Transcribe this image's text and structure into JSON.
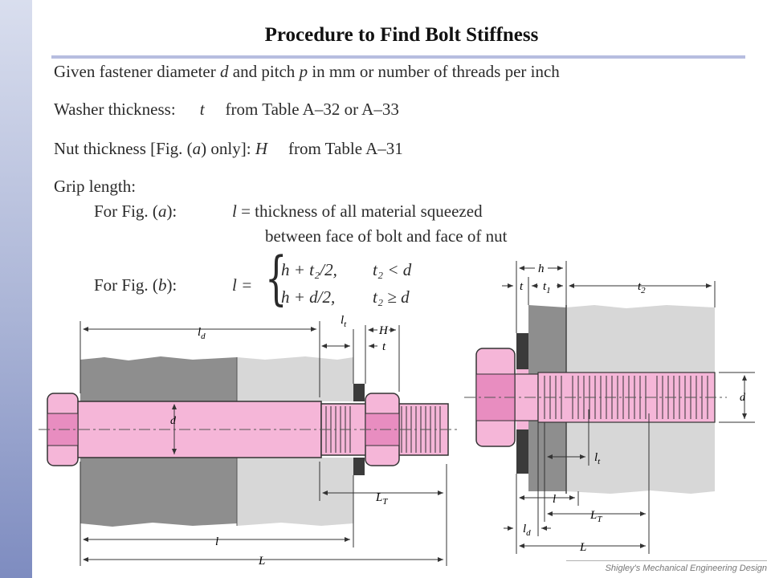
{
  "title": "Procedure to Find Bolt Stiffness",
  "lines": {
    "given": {
      "a": "Given fastener diameter ",
      "d": "d",
      "b": " and pitch ",
      "p": "p",
      "c": " in mm or number of threads per inch"
    },
    "washer": {
      "label": "Washer thickness:",
      "sym": "t",
      "src": "from Table A–32 or A–33"
    },
    "nut": {
      "a": "Nut thickness [Fig. (",
      "fig": "a",
      "b": ") only]: ",
      "sym": "H",
      "src": "from Table A–31"
    },
    "grip": {
      "label": "Grip length:"
    },
    "for_a": {
      "a": "For Fig. (",
      "fig": "a",
      "b": "):",
      "sym": "l",
      "eq": " = thickness of all material squeezed",
      "cont": "between face of bolt and face of nut"
    },
    "for_b": {
      "a": "For Fig. (",
      "fig": "b",
      "b": "):",
      "lhs": "l ="
    }
  },
  "cases": [
    {
      "expr": "h + t₂/2,",
      "cond": "t₂ < d"
    },
    {
      "expr": "h + d/2,",
      "cond": "t₂ ≥ d"
    }
  ],
  "fig_a_labels": {
    "ld": "l",
    "ld_sub": "d",
    "lt": "l",
    "lt_sub": "t",
    "H": "H",
    "t": "t",
    "d": "d",
    "LT": "L",
    "LT_sub": "T",
    "l": "l",
    "L": "L"
  },
  "fig_b_labels": {
    "h": "h",
    "t": "t",
    "t1": "t",
    "t1_sub": "1",
    "t2": "t",
    "t2_sub": "2",
    "d": "d",
    "lt": "l",
    "lt_sub": "t",
    "l": "l",
    "LT": "L",
    "LT_sub": "T",
    "ld": "l",
    "ld_sub": "d",
    "L": "L"
  },
  "credit": "Shigley's Mechanical Engineering Design",
  "colors": {
    "bolt": "#f5b6d8",
    "bolt_dark": "#e88dc0",
    "dark_member": "#8e8e8e",
    "light_member": "#d7d7d7",
    "washer": "#3b3b3b"
  }
}
